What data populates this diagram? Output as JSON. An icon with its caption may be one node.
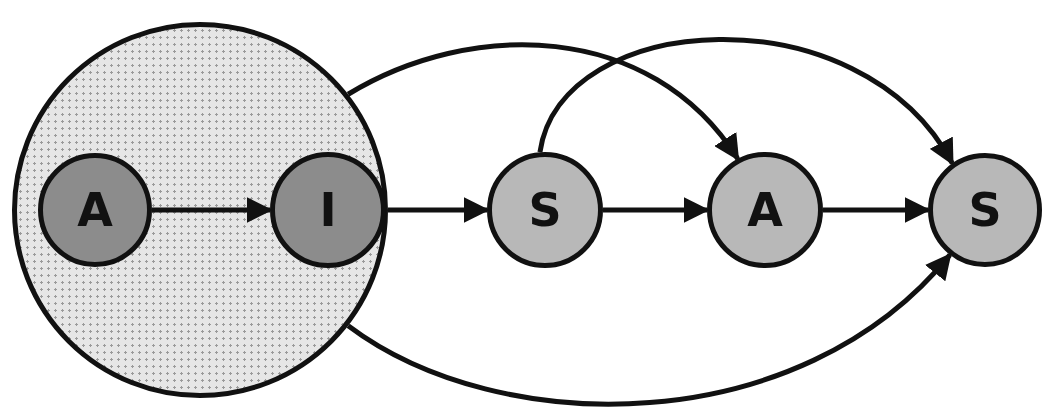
{
  "diagram": {
    "nodes": [
      {
        "text": [],
        "shape": "circle"
      },
      {
        "text": [
          "A"
        ],
        "in": 0
      },
      {
        "text": [
          "I"
        ],
        "in": 0
      },
      {
        "text": [
          "S"
        ]
      },
      {
        "text": [
          "A"
        ]
      },
      {
        "text": [
          "S"
        ]
      }
    ],
    "edges": [
      {
        "from": 1,
        "to": 2,
        "arrow": "to"
      },
      {
        "from": 0,
        "to": 3,
        "arrow": "to"
      },
      {
        "from": 3,
        "to": 4,
        "arrow": "to"
      },
      {
        "from": 4,
        "to": 5,
        "arrow": "to"
      },
      {
        "from": 0,
        "to": 4,
        "arrow": "to"
      },
      {
        "from": 3,
        "to": 5,
        "arrow": "to"
      },
      {
        "from": 0,
        "to": 5,
        "arrow": "to"
      }
    ]
  }
}
